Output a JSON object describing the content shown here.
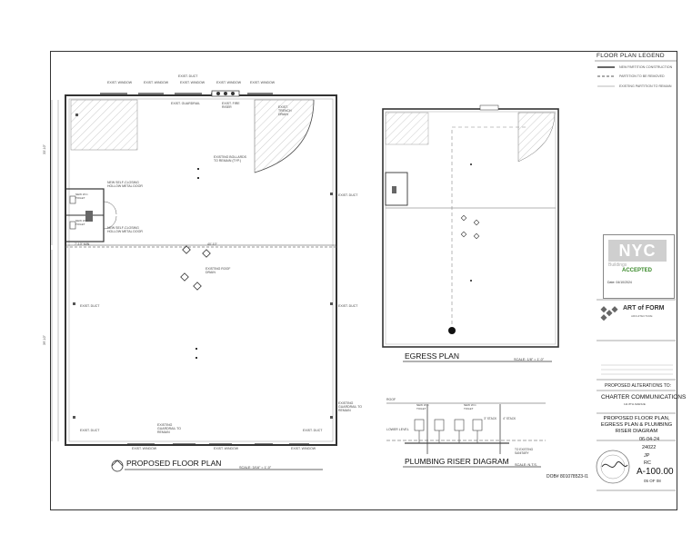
{
  "plans": {
    "floor_plan_title": "PROPOSED FLOOR PLAN",
    "floor_plan_scale": "SCALE: 3/16\" = 1'-0\"",
    "egress_plan_title": "EGRESS PLAN",
    "egress_plan_scale": "SCALE: 1/8\" = 1'-0\"",
    "riser_title": "PLUMBING RISER DIAGRAM",
    "riser_scale": "SCALE: N.T.S.",
    "dob_number": "DOB# 801078523-I1"
  },
  "floor_plan_notes": {
    "exist_window": "EXIST. WINDOW",
    "exist_duct": "EXIST. DUCT",
    "exist_guardrail": "EXIST. GUARDRAIL",
    "exist_fire_riser": "EXIST. FIRE RISER",
    "exist_trench_drain": "EXIST. TRENCH DRAIN",
    "new_self_closing_door": "NEW SELF-CLOSING HOLLOW METAL DOOR",
    "new_wc_toilet": "NEW W.C. TOILET",
    "existing_bollards": "EXISTING BOLLARDS TO REMAIN (TYP.)",
    "existing_roof_drain": "EXISTING ROOF DRAIN",
    "existing_guardrail_remain": "EXISTING GUARDRAIL TO REMAIN",
    "existing_guardrail_remain_2": "EXISTING GUARDRAIL TO REMAIN"
  },
  "riser_notes": {
    "roof": "ROOF",
    "lower_level": "LOWER LEVEL",
    "new_wc_toilet": "NEW W.C. TOILET",
    "stack_3": "3\" STACK",
    "stack_4": "4\" STACK",
    "existing_sanitary": "TO EXISTING SANITARY"
  },
  "legend": {
    "title": "FLOOR PLAN LEGEND",
    "items": [
      {
        "label": "NEW PARTITION CONSTRUCTION",
        "style": "solid"
      },
      {
        "label": "PARTITION TO BE REMOVED",
        "style": "dashed"
      },
      {
        "label": "EXISTING PARTITION TO REMAIN",
        "style": "thin"
      }
    ]
  },
  "stamp": {
    "logo": "NYC",
    "sub": "Buildings",
    "status": "ACCEPTED",
    "date_label": "Date:",
    "date_value": "04/10/2024"
  },
  "title_block": {
    "firm_name": "ART of FORM",
    "firm_sub": "ARCHITECTURE",
    "proposed_alterations": "PROPOSED ALTERATIONS TO:",
    "client": "CHARTER COMMUNICATIONS",
    "address_line": "111 8TH AVENUE",
    "sheet_title": "PROPOSED FLOOR PLAN, EGRESS PLAN & PLUMBING RISER DIAGRAM",
    "date": "06-04-24",
    "job_no": "24022",
    "drawn_by": "JP",
    "checked_by": "RC",
    "sheet_number": "A-100.00",
    "sheet_count": "05 OF 08"
  }
}
